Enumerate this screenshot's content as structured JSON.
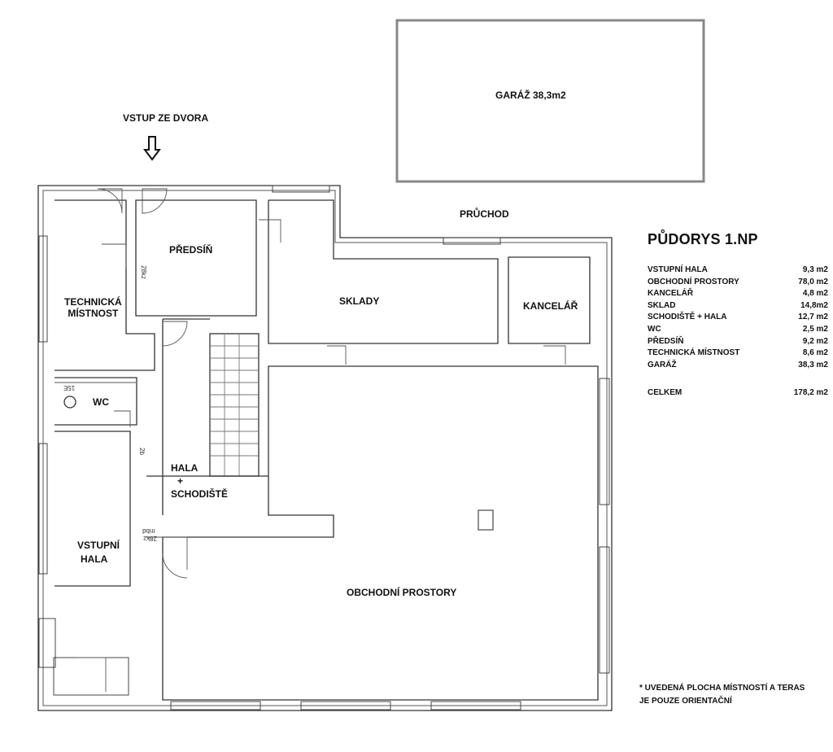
{
  "plan": {
    "entrance": "VSTUP ZE DVORA",
    "garage": "GARÁŽ 38,3m2",
    "passage": "PRŮCHOD",
    "rooms": {
      "predsin": "PŘEDSÍŇ",
      "technicka_line1": "TECHNICKÁ",
      "technicka_line2": "MÍSTNOST",
      "sklady": "SKLADY",
      "kancelar": "KANCELÁŘ",
      "wc": "WC",
      "hala_line1": "HALA",
      "hala_plus": "+",
      "hala_line2": "SCHODIŠTĚ",
      "vstupni_line1": "VSTUPNÍ",
      "vstupni_line2": "HALA",
      "obchodni": "OBCHODNÍ PROSTORY"
    },
    "small_marks": {
      "mark_a": "28kz",
      "mark_b": "mbd",
      "mark_c": "15E",
      "mark_d": "2b"
    }
  },
  "legend": {
    "title": "PŮDORYS 1.NP",
    "rows": [
      {
        "name": "VSTUPNÍ HALA",
        "area": "9,3 m2"
      },
      {
        "name": "OBCHODNÍ PROSTORY",
        "area": "78,0 m2"
      },
      {
        "name": "KANCELÁŘ",
        "area": "4,8 m2"
      },
      {
        "name": "SKLAD",
        "area": "14,8m2"
      },
      {
        "name": "SCHODIŠTĚ + HALA",
        "area": "12,7 m2"
      },
      {
        "name": "WC",
        "area": "2,5 m2"
      },
      {
        "name": "PŘEDSÍŇ",
        "area": "9,2 m2"
      },
      {
        "name": "TECHNICKÁ MÍSTNOST",
        "area": "8,6 m2"
      },
      {
        "name": "GARÁŽ",
        "area": "38,3 m2"
      }
    ],
    "total_label": "CELKEM",
    "total_value": "178,2 m2"
  },
  "note": {
    "line1": "*  UVEDENÁ PLOCHA MÍSTNOSTÍ A TERAS",
    "line2": "JE POUZE ORIENTAČNÍ"
  }
}
